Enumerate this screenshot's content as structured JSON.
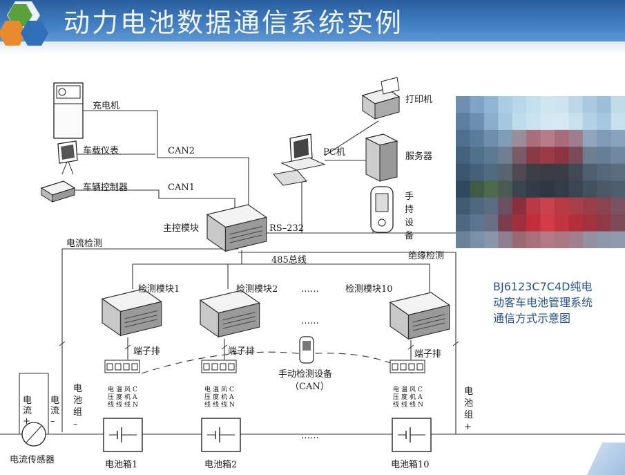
{
  "slide": {
    "title": "动力电池数据通信系统实例",
    "caption_lines": [
      "BJ6123C7C4D纯电",
      "动客车电池管理系统",
      "通信方式示意图"
    ],
    "accent_color": "#3f7cc0",
    "caption_color": "#24528e"
  },
  "diagram": {
    "charger": "充电机",
    "dashboard": "车载仪表",
    "vehicle_controller": "车辆控制器",
    "can2": "CAN2",
    "can1": "CAN1",
    "main_module": "主控模块",
    "rs232": "RS–232",
    "pc": "PC机",
    "printer": "打印机",
    "server": "服务器",
    "handheld": [
      "手",
      "持",
      "设",
      "备"
    ],
    "current_detect": "电流检测",
    "bus485": "485总线",
    "insulation_detect": "绝缘检测",
    "detect_modules": [
      "检测模块1",
      "检测模块2",
      "检测模块10"
    ],
    "ellipsis": "……",
    "terminal_block": "端子排",
    "manual_device": "手动检测设备",
    "manual_can": "（CAN）",
    "wire_labels": [
      [
        "电",
        "压",
        "线"
      ],
      [
        "温",
        "度",
        "线"
      ],
      [
        "风",
        "机",
        "线"
      ],
      [
        "C",
        "A",
        "N"
      ]
    ],
    "battery_boxes": [
      "电池箱1",
      "电池箱2",
      "电池箱10"
    ],
    "current_plus": [
      "电",
      "流",
      "+"
    ],
    "current_minus": [
      "电",
      "流",
      "–"
    ],
    "pack_minus": [
      "电",
      "池",
      "组",
      "–"
    ],
    "pack_plus": [
      "电",
      "池",
      "组",
      "+"
    ],
    "current_sensor": "电流传感器"
  }
}
